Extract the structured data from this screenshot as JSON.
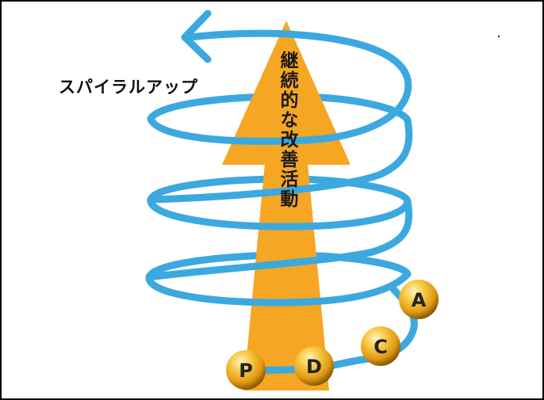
{
  "caption": "スパイラルアップ",
  "arrow_label": "継続的な改善活動",
  "cycle": [
    {
      "letter": "P"
    },
    {
      "letter": "D"
    },
    {
      "letter": "C"
    },
    {
      "letter": "A"
    }
  ],
  "colors": {
    "spiral": "#3ba9df",
    "arrow": "#f5a623",
    "ball_light": "#fff3c2",
    "ball_mid": "#f6c038",
    "ball_dark": "#8a5a06"
  }
}
